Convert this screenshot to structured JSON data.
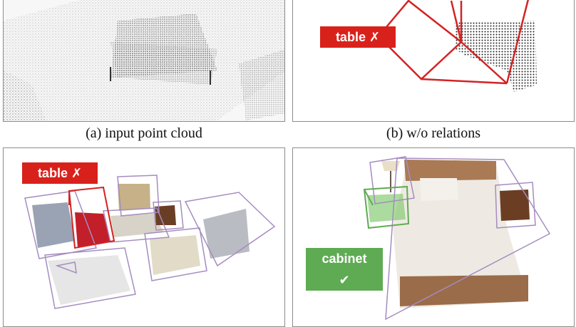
{
  "captions": {
    "a": "(a) input point cloud",
    "b": "(b) w/o relations"
  },
  "tags": {
    "b": "table ✗",
    "c": "table ✗",
    "d": "cabinet ✔"
  },
  "colors": {
    "wrong": "#d9211c",
    "correct": "#5fab53",
    "box": "#a58cc0"
  }
}
